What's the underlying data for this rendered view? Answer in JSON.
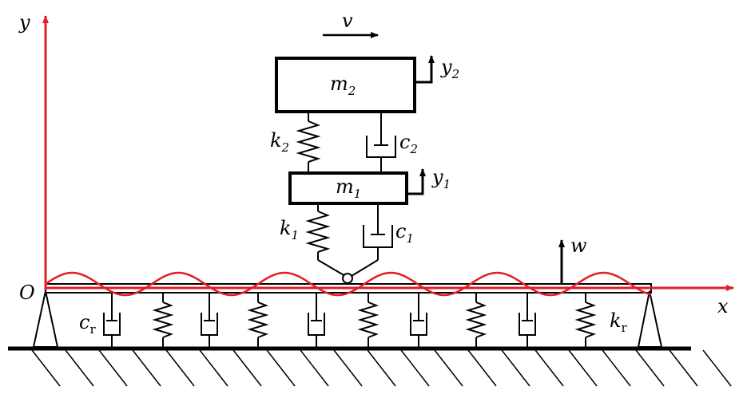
{
  "labels": {
    "y_axis": "y",
    "x_axis": "x",
    "origin": "O",
    "velocity": "v",
    "mass2": {
      "base": "m",
      "sub": "2"
    },
    "mass1": {
      "base": "m",
      "sub": "1"
    },
    "y2": {
      "base": "y",
      "sub": "2"
    },
    "y1": {
      "base": "y",
      "sub": "1"
    },
    "k2": {
      "base": "k",
      "sub": "2"
    },
    "c2": {
      "base": "c",
      "sub": "2"
    },
    "k1": {
      "base": "k",
      "sub": "1"
    },
    "c1": {
      "base": "c",
      "sub": "1"
    },
    "w": "w",
    "cr": {
      "base": "c",
      "sub": "r"
    },
    "kr": {
      "base": "k",
      "sub": "r"
    }
  },
  "colors": {
    "axes": "#e01f26",
    "lines": "#000000",
    "wave": "#e01f26"
  }
}
